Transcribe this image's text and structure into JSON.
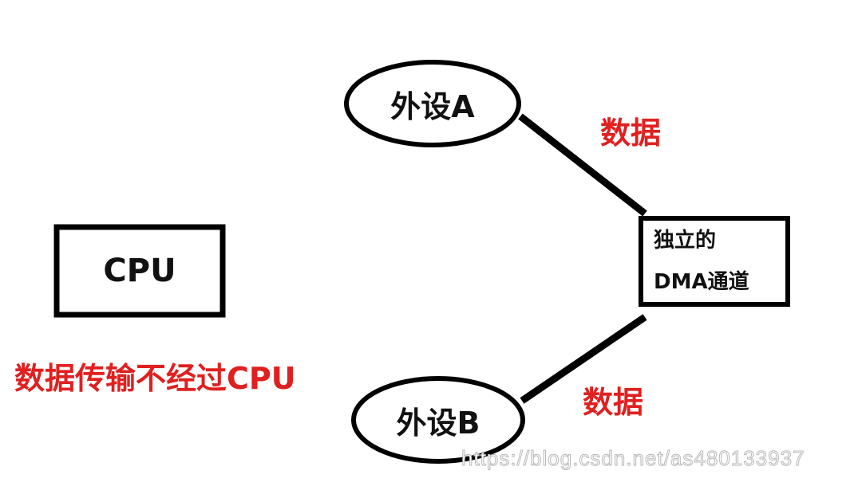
{
  "nodes": {
    "cpu": "CPU",
    "device_a": "外设A",
    "device_b": "外设B",
    "dma_line1": "独立的",
    "dma_line2": "DMA通道"
  },
  "edge_labels": {
    "upper": "数据",
    "lower": "数据"
  },
  "caption": "数据传输不经过CPU",
  "watermark": "https://blog.csdn.net/as480133937",
  "colors": {
    "stroke": "#000000",
    "accent": "#e02020"
  }
}
